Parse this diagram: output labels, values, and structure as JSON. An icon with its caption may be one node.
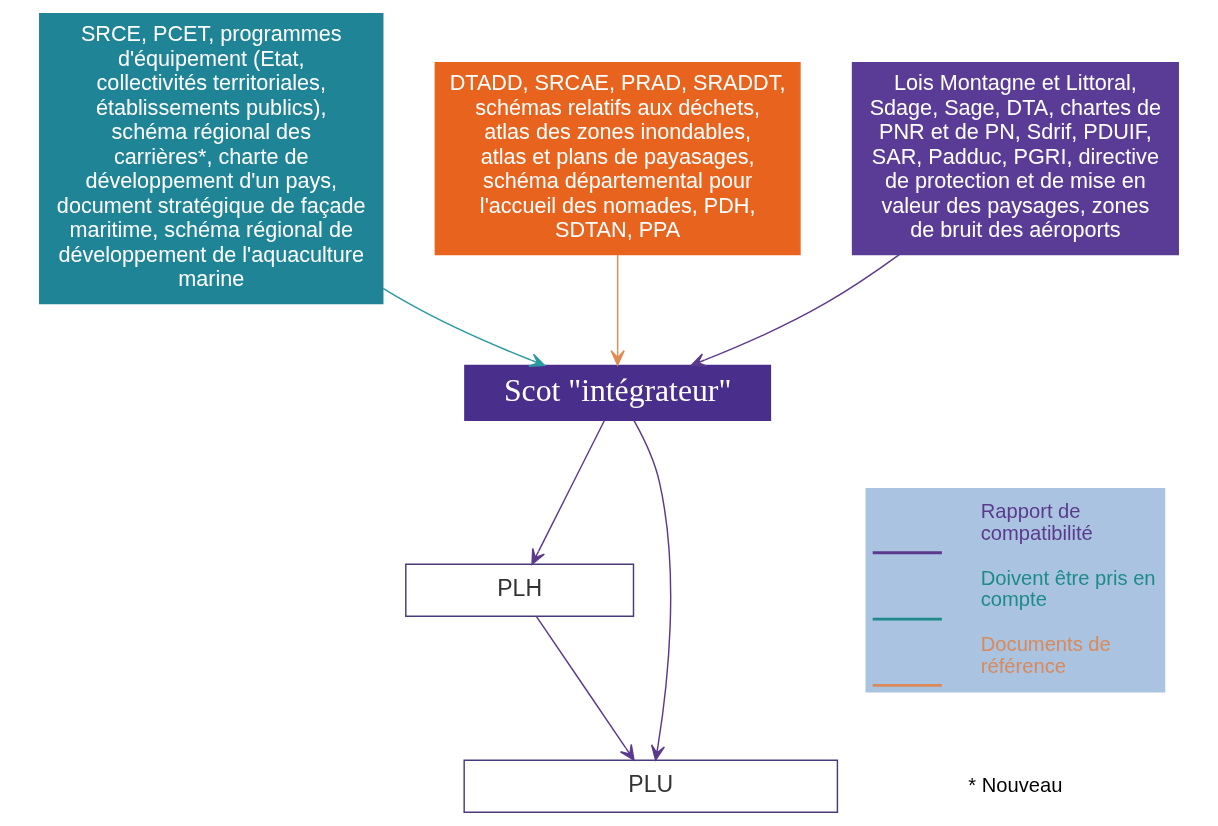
{
  "diagram": {
    "nodes": [
      {
        "text": [
          "Lois Montagne et Littoral, Sdage, Sage, DTA, chartes de PNR et de PN, Sdrif, PDUIF, SAR, Padduc, PGRI, directive de protection et de mise en valeur des paysages, zones de bruit des aéroports"
        ]
      },
      {
        "text": [
          "SRCE, PCET, programmes d'équipement (Etat, collectivités territoriales, établissements publics), schéma régional des carrières*, charte de développement d'un pays, document stratégique de façade maritime, schéma régional de développement de l'aquaculture marine"
        ]
      },
      {
        "text": [
          "DTADD, SRCAE, PRAD, SRADDT, schémas relatifs aux déchets, atlas des zones inondables, atlas et plans de payasages, schéma départemental pour l'accueil des nomades, PDH, SDTAN, PPA"
        ]
      },
      {
        "text": [
          "Scot \"intégrateur\""
        ]
      },
      {
        "text": [
          "PLH"
        ]
      },
      {
        "text": [
          "PLU"
        ]
      }
    ],
    "edges": [
      {
        "from": 0,
        "to": 3,
        "arrow": "to"
      },
      {
        "from": 1,
        "to": 3,
        "arrow": "to",
        "color": "#2a9a9e"
      },
      {
        "from": 2,
        "to": 3,
        "arrow": "to",
        "color": "#e08a50"
      },
      {
        "from": 3,
        "to": 4,
        "arrow": "to"
      },
      {
        "from": 4,
        "to": 5,
        "arrow": "to"
      },
      {
        "from": 3,
        "to": 5,
        "arrow": "to"
      }
    ],
    "labels": [
      "* Nouveau"
    ],
    "legend": [
      {
        "text": "Rapport de compatibilité"
      },
      {
        "text": "Doivent être pris en compte"
      },
      {
        "text": "Documents de référence"
      }
    ]
  }
}
